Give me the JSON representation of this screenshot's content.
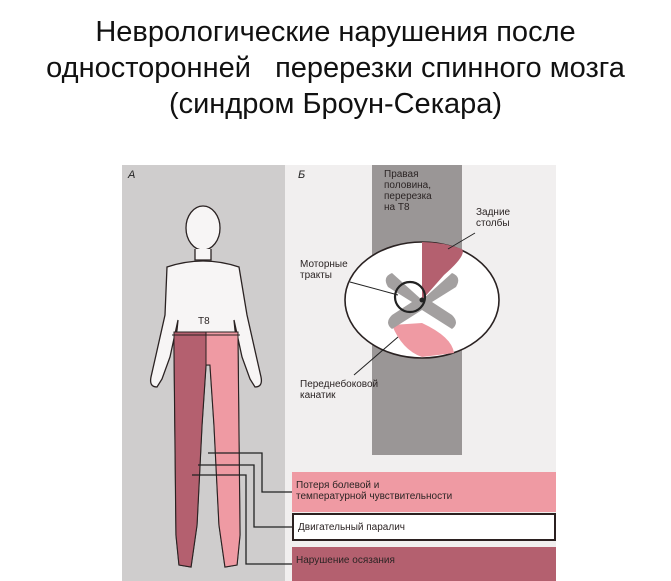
{
  "title": {
    "line1": "Неврологические нарушения после",
    "line2": "односторонней   перерезки спинного мозга",
    "line3": "(синдром Броун-Секара)"
  },
  "panel_a": {
    "letter": "А",
    "level_label": "Т8"
  },
  "panel_b": {
    "letter": "Б",
    "right_half_label": "Правая\nполовина,\nперерезка\nна Т8",
    "dorsal_columns_label": "Задние\nстолбы",
    "motor_tracts_label": "Моторные\nтракты",
    "anterolateral_label": "Переднебоковой\nканатик"
  },
  "legend": {
    "pain_temp": "Потеря болевой и\nтемпературной чувствительности",
    "motor": "Двигательный паралич",
    "sensation": "Нарушение осязания"
  },
  "colors": {
    "dark_rose": "#b4606f",
    "light_pink": "#ef9aa3",
    "grey_panel": "#cfcdcd",
    "stripe": "#9a9696"
  }
}
